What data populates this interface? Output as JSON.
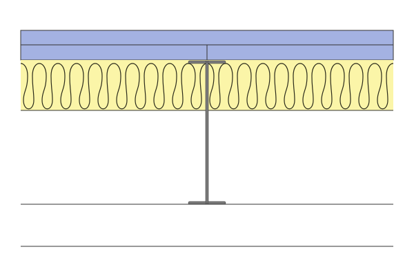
{
  "diagram": {
    "type": "wall/floor section detail",
    "components": [
      "board-layer-outer",
      "board-layer-inner",
      "batt-insulation",
      "steel-i-stud",
      "floor-line",
      "base-line"
    ],
    "colors": {
      "board": "#a4b2e2",
      "insulation": "#fbf5a8",
      "stud": "#7a7a7a",
      "outline": "#333333"
    }
  }
}
